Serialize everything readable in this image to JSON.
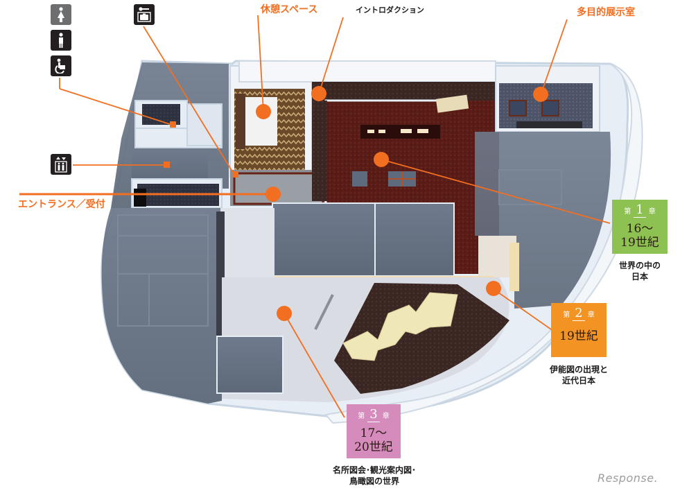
{
  "map": {
    "type": "museum-floor-plan",
    "accent_color": "#f26f21",
    "labels": {
      "rest_space": "休憩スペース",
      "introduction": "イントロダクション",
      "multipurpose_room": "多目的展示室",
      "entrance": "エントランス／受付"
    },
    "facility_icons": [
      {
        "name": "womens-restroom",
        "symbol": "women"
      },
      {
        "name": "mens-restroom",
        "symbol": "men"
      },
      {
        "name": "accessible-restroom",
        "symbol": "wheelchair"
      },
      {
        "name": "coin-locker",
        "symbol": "locker"
      },
      {
        "name": "elevator",
        "symbol": "elevator"
      }
    ],
    "chapters": [
      {
        "prefix": "第",
        "number": "1",
        "suffix": "章",
        "era_line1": "16〜",
        "era_line2": "19世紀",
        "color": "#8dc152",
        "title_line1": "世界の中の",
        "title_line2": "日本"
      },
      {
        "prefix": "第",
        "number": "2",
        "suffix": "章",
        "era_line1": "19世紀",
        "era_line2": "",
        "color": "#f39324",
        "title_line1": "伊能図の出現と",
        "title_line2": "近代日本"
      },
      {
        "prefix": "第",
        "number": "3",
        "suffix": "章",
        "era_line1": "17〜",
        "era_line2": "20世紀",
        "color": "#d68bbd",
        "title_line1": "名所図会･観光案内図･",
        "title_line2": "鳥瞰図の世界"
      }
    ],
    "watermark": "Response."
  }
}
